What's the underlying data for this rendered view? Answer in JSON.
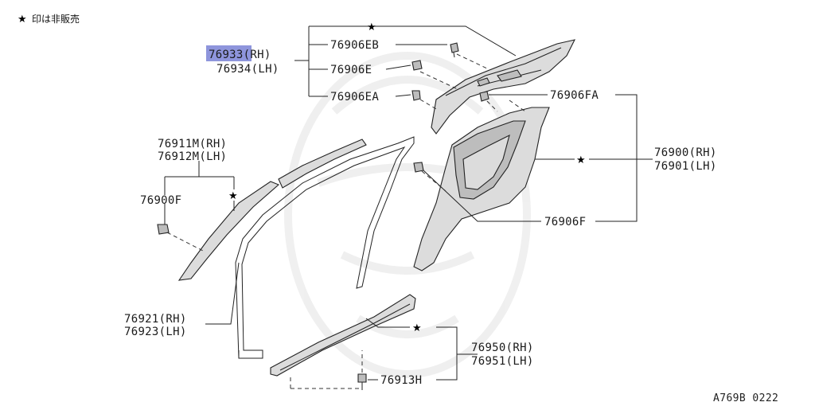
{
  "legend": {
    "text": "印は非販売",
    "star_icon": "★"
  },
  "highlight_color": "#8e95dc",
  "labels": {
    "p76933": "76933(RH)",
    "p76934": "76934(LH)",
    "p76906EB": "76906EB",
    "p76906E": "76906E",
    "p76906EA": "76906EA",
    "p76906FA": "76906FA",
    "p76900": "76900(RH)",
    "p76901": "76901(LH)",
    "p76906F": "76906F",
    "p76911M": "76911M(RH)",
    "p76912M": "76912M(LH)",
    "p76900F": "76900F",
    "p76921": "76921(RH)",
    "p76923": "76923(LH)",
    "p76950": "76950(RH)",
    "p76951": "76951(LH)",
    "p76913H": "76913H"
  },
  "footer_code": "A769B 0222"
}
